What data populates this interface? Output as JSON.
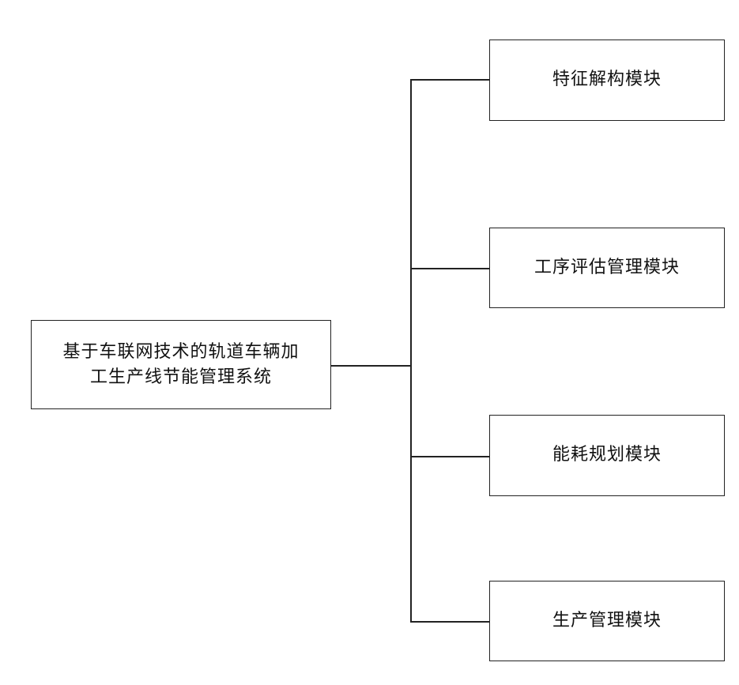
{
  "system": {
    "line1": "基于车联网技术的轨道车辆加",
    "line2": "工生产线节能管理系统"
  },
  "modules": [
    {
      "label": "特征解构模块"
    },
    {
      "label": "工序评估管理模块"
    },
    {
      "label": "能耗规划模块"
    },
    {
      "label": "生产管理模块"
    }
  ]
}
